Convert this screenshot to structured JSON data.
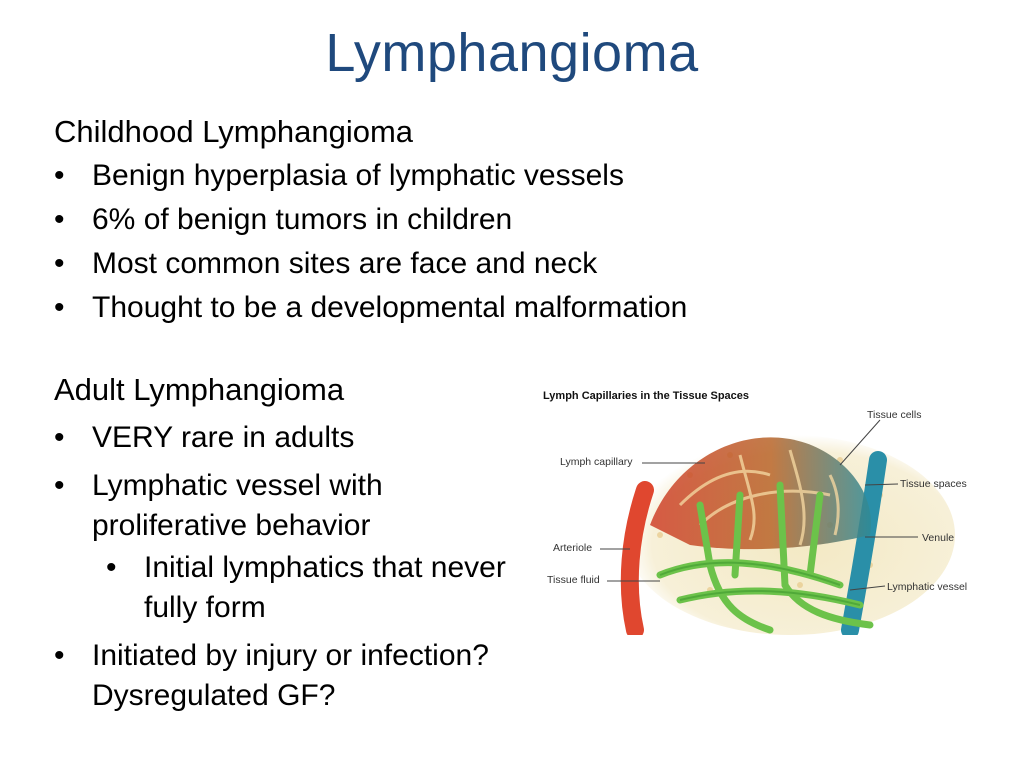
{
  "slide": {
    "title": "Lymphangioma",
    "childhood": {
      "heading": "Childhood Lymphangioma",
      "bullets": [
        "Benign hyperplasia of lymphatic vessels",
        "6% of benign tumors in children",
        "Most common sites are face and neck",
        "Thought to be a developmental malformation"
      ]
    },
    "adult": {
      "heading": "Adult Lymphangioma",
      "bullets": [
        "VERY rare in adults",
        "Lymphatic vessel with proliferative behavior",
        "Initial lymphatics that never fully form",
        "Initiated by injury or infection? Dysregulated GF?"
      ]
    }
  },
  "diagram": {
    "title": "Lymph Capillaries in the Tissue Spaces",
    "labels": {
      "tissue_cells": "Tissue cells",
      "lymph_capillary": "Lymph capillary",
      "tissue_spaces": "Tissue spaces",
      "arteriole": "Arteriole",
      "venule": "Venule",
      "tissue_fluid": "Tissue fluid",
      "lymphatic_vessel": "Lymphatic vessel"
    },
    "colors": {
      "arteriole": "#e0472f",
      "venule": "#2a8fa8",
      "lymphatic": "#6cc24a",
      "capillary_bed": "#c8552a",
      "tissue_background": "#f3e9c4"
    }
  }
}
